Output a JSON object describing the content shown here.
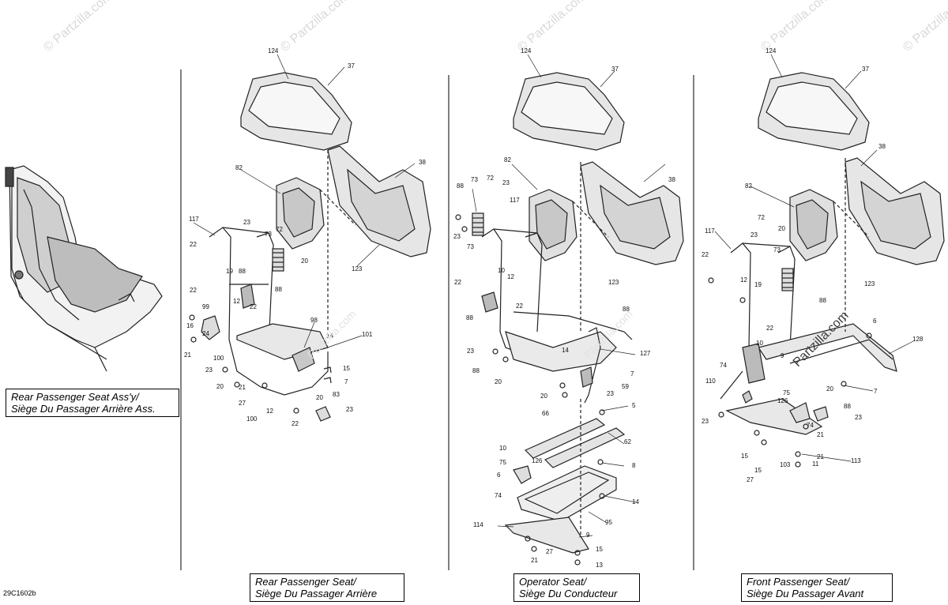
{
  "watermark_text": "© Partzilla.com",
  "watermark_center_text": "Partzilla.com",
  "drawing_code": "29C1602b",
  "captions": {
    "rear_assembly": [
      "Rear Passenger Seat Ass'y/",
      "Siège Du Passager Arrière Ass."
    ],
    "rear_seat": [
      "Rear Passenger Seat/",
      "Siège Du Passager Arrière"
    ],
    "operator_seat": [
      "Operator Seat/",
      "Siège Du Conducteur"
    ],
    "front_seat": [
      "Front Passenger Seat/",
      "Siège Du Passager Avant"
    ]
  },
  "views": {
    "rear_seat": {
      "name": "rear-seat-view",
      "labels": [
        "124",
        "37",
        "82",
        "38",
        "117",
        "23",
        "73",
        "72",
        "20",
        "22",
        "19",
        "88",
        "123",
        "88",
        "12",
        "22",
        "99",
        "16",
        "22",
        "24",
        "21",
        "100",
        "98",
        "101",
        "14",
        "23",
        "20",
        "21",
        "27",
        "12",
        "15",
        "7",
        "20",
        "83",
        "23",
        "100",
        "22"
      ]
    },
    "operator_seat": {
      "name": "operator-seat-view",
      "labels": [
        "124",
        "37",
        "82",
        "38",
        "88",
        "73",
        "72",
        "23",
        "117",
        "23",
        "73",
        "10",
        "12",
        "22",
        "22",
        "123",
        "88",
        "88",
        "14",
        "127",
        "23",
        "88",
        "20",
        "7",
        "20",
        "23",
        "59",
        "5",
        "66",
        "62",
        "10",
        "75",
        "6",
        "126",
        "8",
        "74",
        "14",
        "95",
        "114",
        "9",
        "27",
        "15",
        "21",
        "13"
      ]
    },
    "front_seat": {
      "name": "front-seat-view",
      "labels": [
        "124",
        "37",
        "82",
        "38",
        "72",
        "117",
        "23",
        "20",
        "22",
        "12",
        "73",
        "19",
        "123",
        "88",
        "22",
        "6",
        "128",
        "10",
        "9",
        "74",
        "110",
        "75",
        "20",
        "126",
        "88",
        "23",
        "7",
        "23",
        "74",
        "21",
        "15",
        "21",
        "15",
        "103",
        "27",
        "11",
        "113"
      ]
    }
  }
}
